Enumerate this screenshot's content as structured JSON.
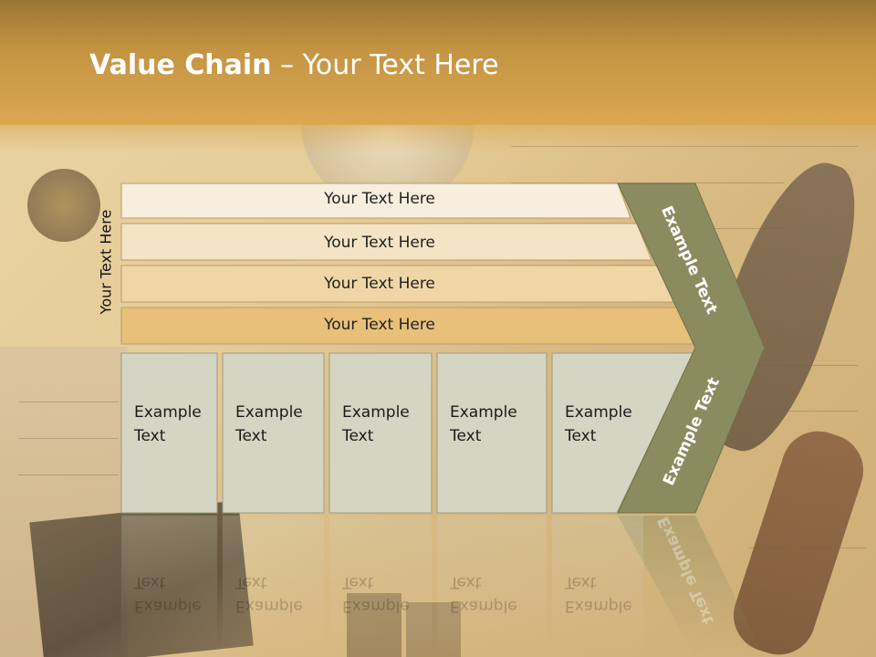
{
  "slide": {
    "title_bold": "Value Chain",
    "title_rest": " – Your Text Here",
    "side_label": "Your Text Here"
  },
  "bars": [
    {
      "label": "Your Text Here"
    },
    {
      "label": "Your Text Here"
    },
    {
      "label": "Your Text Here"
    },
    {
      "label": "Your Text Here"
    }
  ],
  "boxes": [
    {
      "label": "Example Text"
    },
    {
      "label": "Example Text"
    },
    {
      "label": "Example Text"
    },
    {
      "label": "Example Text"
    },
    {
      "label": "Example Text"
    }
  ],
  "chevron": {
    "upper_label": "Example Text",
    "lower_label": "Example Text"
  },
  "colors": {
    "header": "#d4a24c",
    "chevron": "#8a8c60",
    "box": "#d5d5c3",
    "bar_1": "#f7eedd",
    "bar_2": "#f4e3c4",
    "bar_3": "#f0d6a6",
    "bar_4": "#e8c07a"
  }
}
